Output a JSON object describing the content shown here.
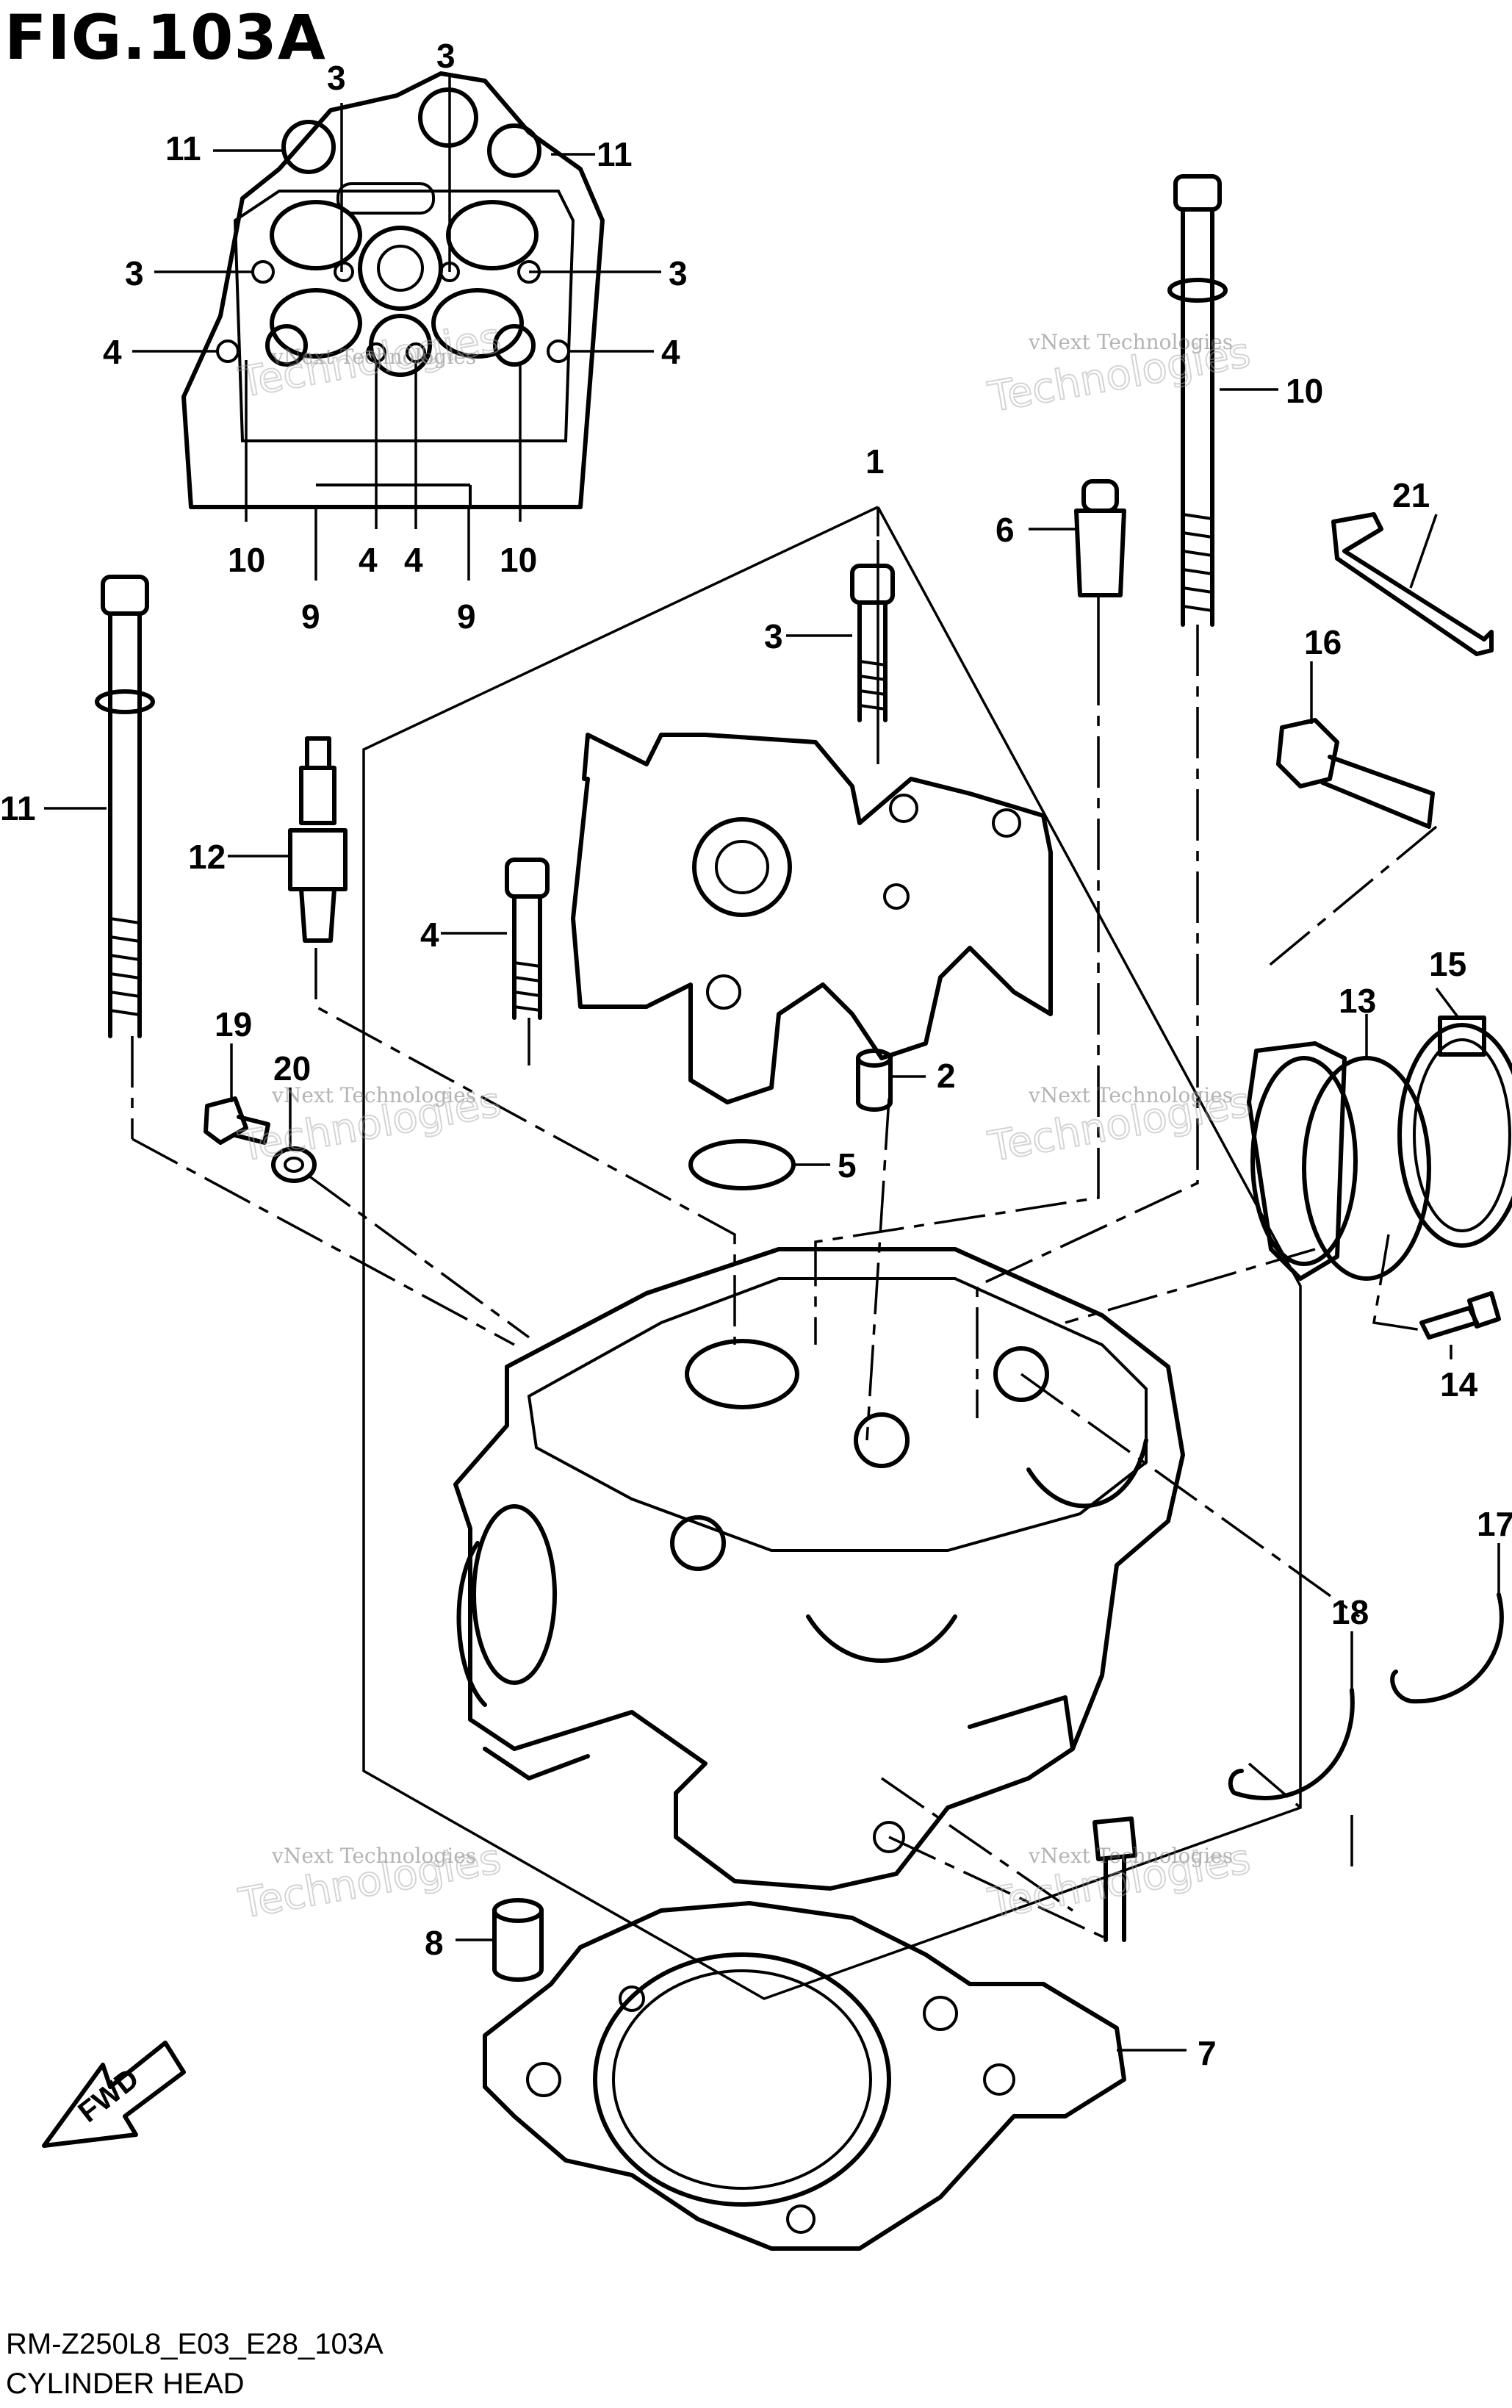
{
  "figure": {
    "title": "FIG.103A",
    "code": "RM-Z250L8_E03_E28_103A",
    "name": "CYLINDER HEAD"
  },
  "watermark": {
    "line1": "vNext Technologies",
    "line2": "Technologies"
  },
  "direction_marker": {
    "label": "FWD",
    "icon": "fwd-arrow-icon"
  },
  "callouts": [
    "1",
    "2",
    "3",
    "4",
    "5",
    "6",
    "7",
    "8",
    "9",
    "10",
    "11",
    "12",
    "13",
    "14",
    "15",
    "16",
    "17",
    "18",
    "19",
    "20",
    "21"
  ],
  "top_view_callouts": [
    "3",
    "3",
    "11",
    "11",
    "3",
    "3",
    "4",
    "4",
    "10",
    "4",
    "4",
    "10",
    "9",
    "9"
  ]
}
